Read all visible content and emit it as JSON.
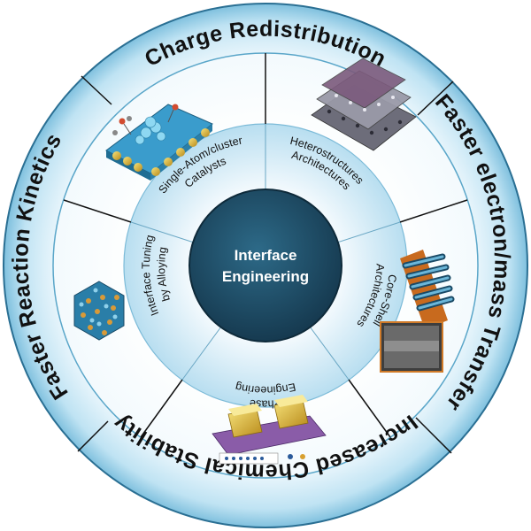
{
  "center": {
    "line1": "Interface",
    "line2": "Engineering"
  },
  "outer_ring": [
    "Charge Redistribution",
    "Faster electron/mass Transfer",
    "Increased Chemical Stability",
    "Faster Reaction Kinetics"
  ],
  "inner_ring": [
    {
      "line1": "Heterostructures",
      "line2": "Architectures"
    },
    {
      "line1": "Core-Shell",
      "line2": "Architectures"
    },
    {
      "line1": "Phase",
      "line2": "Engineering"
    },
    {
      "line1": "Interface Tuning",
      "line2": "by Alloying"
    },
    {
      "line1": "Single-Atom/cluster",
      "line2": "Catalysts"
    }
  ],
  "colors": {
    "center_fill": "#1d4a63",
    "ring_light": "#dff1fa",
    "ring_dark": "#9fd2ea",
    "outline": "#2a6f93",
    "divider": "#111111"
  },
  "illustrations": [
    "single-atom-catalyst-illustration",
    "heterostructure-illustration",
    "core-shell-illustration",
    "phase-device-illustration",
    "alloy-cluster-illustration"
  ]
}
